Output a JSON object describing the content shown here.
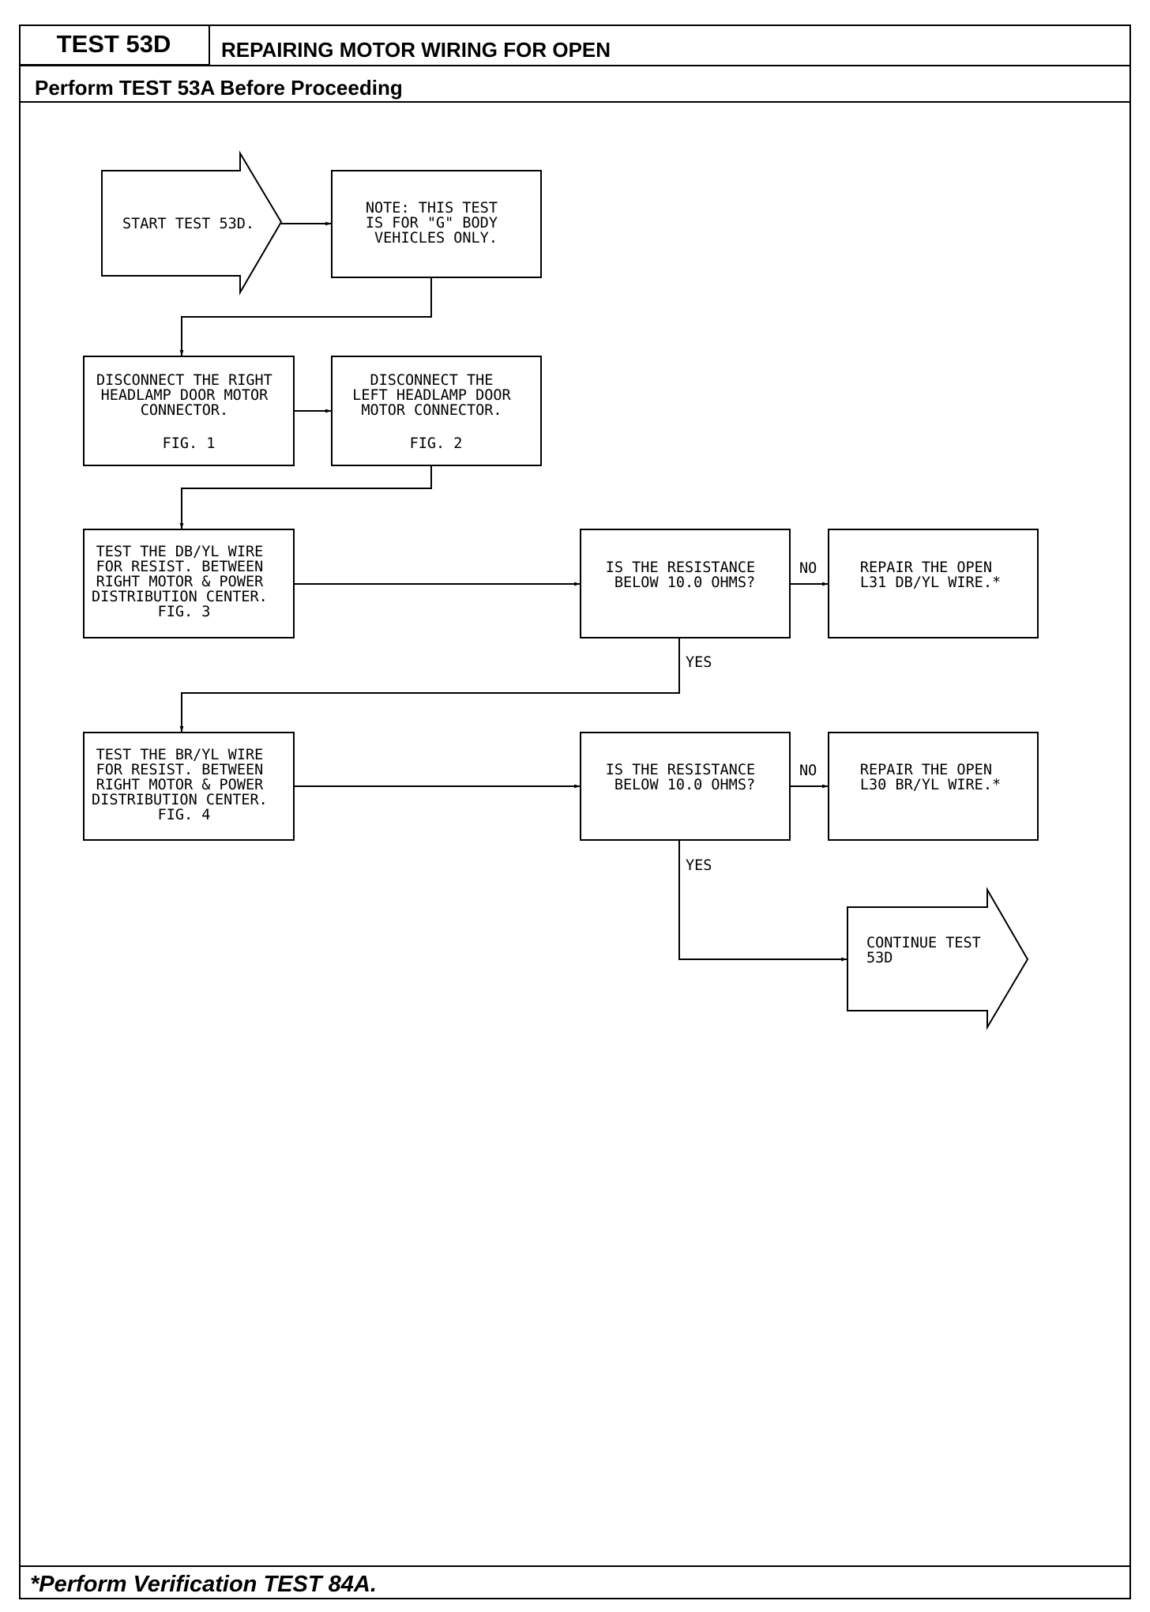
{
  "header": {
    "test_id": "TEST 53D",
    "title": "REPAIRING MOTOR WIRING FOR OPEN",
    "prerequisite": "Perform TEST 53A Before Proceeding"
  },
  "nodes": {
    "start": [
      "START TEST 53D."
    ],
    "note": [
      "NOTE:  THIS TEST",
      "IS FOR \"G\" BODY",
      "VEHICLES ONLY."
    ],
    "disc_right": [
      "DISCONNECT THE RIGHT",
      "HEADLAMP DOOR MOTOR",
      "CONNECTOR.",
      "FIG. 1"
    ],
    "disc_left": [
      "DISCONNECT THE",
      "LEFT HEADLAMP DOOR",
      "MOTOR CONNECTOR.",
      "FIG. 2"
    ],
    "test_dbyl": [
      "TEST THE DB/YL WIRE",
      "FOR RESIST. BETWEEN",
      "RIGHT MOTOR & POWER",
      "DISTRIBUTION CENTER.",
      "FIG. 3"
    ],
    "question1": [
      "IS THE RESISTANCE",
      "BELOW 10.0 OHMS?"
    ],
    "repair1": [
      "REPAIR THE OPEN",
      "L31 DB/YL WIRE.*"
    ],
    "test_bryl": [
      "TEST THE BR/YL WIRE",
      "FOR RESIST. BETWEEN",
      "RIGHT MOTOR & POWER",
      "DISTRIBUTION CENTER.",
      "FIG. 4"
    ],
    "question2": [
      "IS THE RESISTANCE",
      "BELOW 10.0 OHMS?"
    ],
    "repair2": [
      "REPAIR THE OPEN",
      "L30 BR/YL WIRE.*"
    ],
    "continue": [
      "CONTINUE TEST",
      "53D"
    ]
  },
  "labels": {
    "no1": "NO",
    "yes1": "YES",
    "no2": "NO",
    "yes2": "YES"
  },
  "footer": {
    "note": "*Perform Verification TEST 84A."
  }
}
